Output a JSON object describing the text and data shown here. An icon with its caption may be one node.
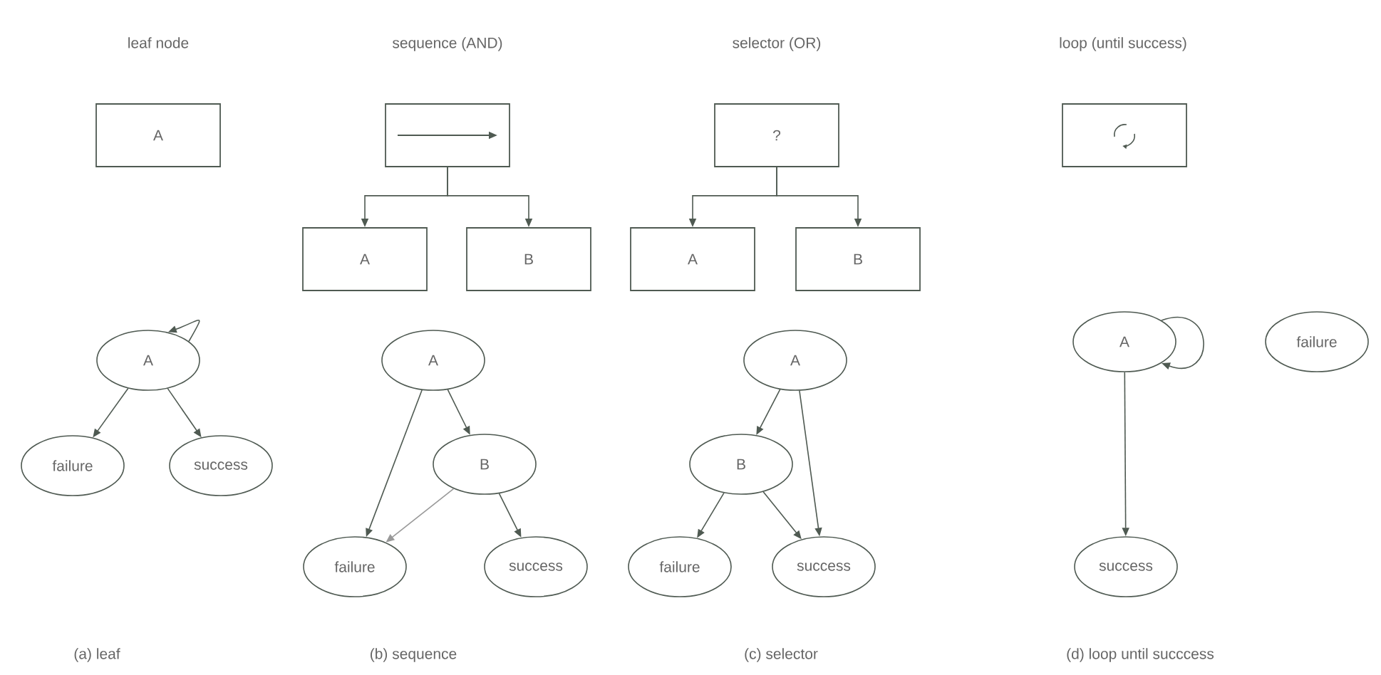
{
  "diagram": {
    "nodes": [
      {
        "text": [
          "A"
        ]
      },
      {
        "text": [],
        "shape": "box"
      },
      {
        "text": [
          "A"
        ]
      },
      {
        "text": [
          "B"
        ]
      },
      {
        "text": [
          "?"
        ]
      },
      {
        "text": [
          "A"
        ]
      },
      {
        "text": [
          "B"
        ]
      },
      {
        "text": [],
        "shape": "box"
      },
      {
        "text": [
          "A"
        ]
      },
      {
        "text": [
          "failure"
        ]
      },
      {
        "text": [
          "success"
        ]
      },
      {
        "text": [
          "A"
        ]
      },
      {
        "text": [
          "B"
        ]
      },
      {
        "text": [
          "failure"
        ]
      },
      {
        "text": [
          "success"
        ]
      },
      {
        "text": [
          "A"
        ]
      },
      {
        "text": [
          "B"
        ]
      },
      {
        "text": [
          "failure"
        ]
      },
      {
        "text": [
          "success"
        ]
      },
      {
        "text": [
          "A"
        ]
      },
      {
        "text": [
          "failure"
        ]
      },
      {
        "text": [
          "success"
        ]
      }
    ],
    "edges": [
      {
        "from": 1,
        "to": 2,
        "arrow": "to"
      },
      {
        "from": 1,
        "to": 3,
        "arrow": "to"
      },
      {
        "from": 4,
        "to": 5,
        "arrow": "to"
      },
      {
        "from": 4,
        "to": 6,
        "arrow": "to"
      },
      {
        "from": 8,
        "to": 8,
        "arrow": "to"
      },
      {
        "from": 8,
        "to": 9,
        "arrow": "to"
      },
      {
        "from": 8,
        "to": 10,
        "arrow": "to"
      },
      {
        "from": 11,
        "to": 12,
        "arrow": "to"
      },
      {
        "from": 11,
        "to": 13,
        "arrow": "to"
      },
      {
        "from": 12,
        "to": 13,
        "arrow": "to",
        "color": "#999999"
      },
      {
        "from": 12,
        "to": 14,
        "arrow": "to"
      },
      {
        "from": 15,
        "to": 16,
        "arrow": "to"
      },
      {
        "from": 15,
        "to": 18,
        "arrow": "to"
      },
      {
        "from": 16,
        "to": 17,
        "arrow": "to"
      },
      {
        "from": 16,
        "to": 18,
        "arrow": "to"
      },
      {
        "from": 19,
        "to": 19,
        "arrow": "to"
      },
      {
        "from": 19,
        "to": 21,
        "arrow": "to"
      }
    ],
    "labels": [
      "leaf node",
      "sequence (AND)",
      "selector (OR)",
      "loop (until success)",
      "(a) leaf",
      "(b) sequence",
      "(c) selector",
      "(d) loop until succcess"
    ]
  }
}
